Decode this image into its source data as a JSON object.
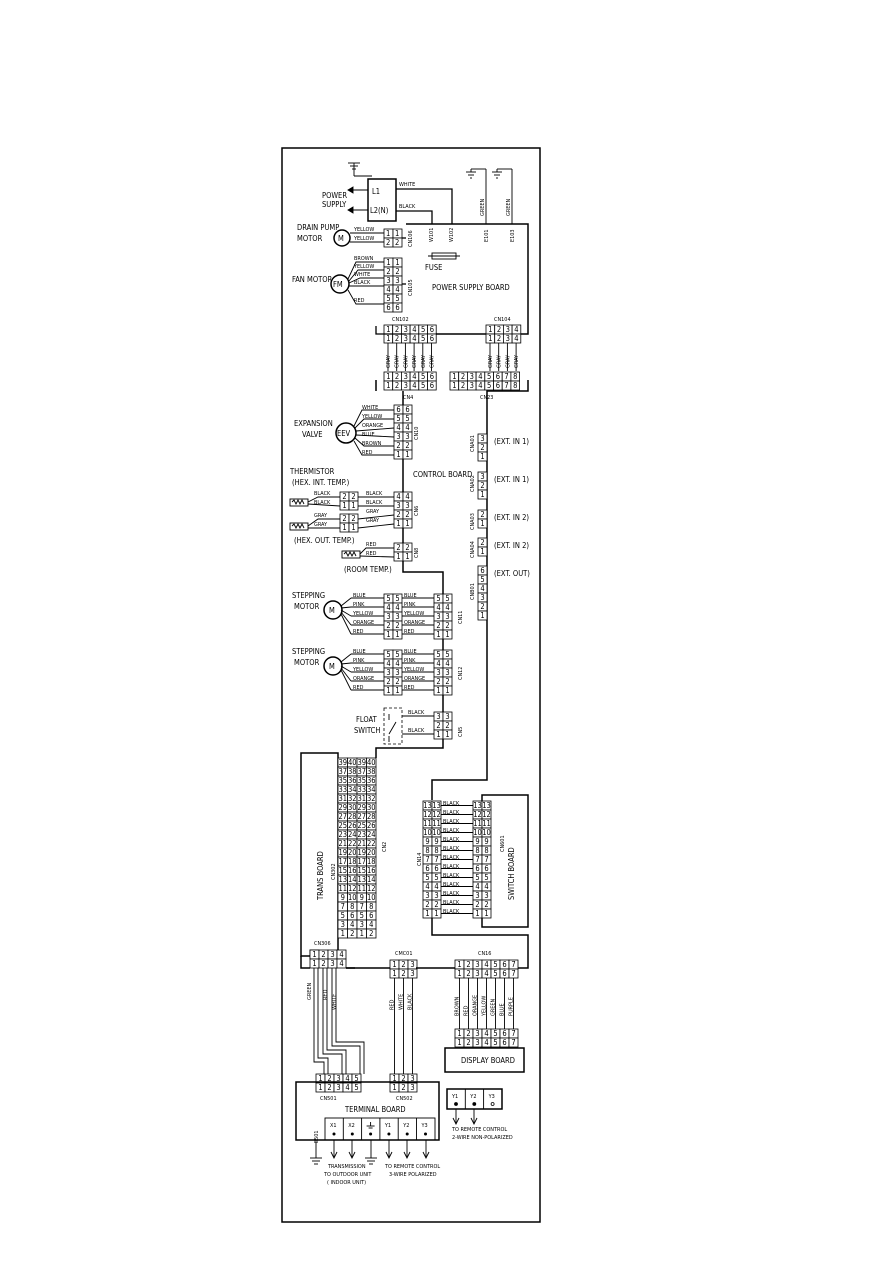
{
  "power": {
    "supply_label_1": "POWER",
    "supply_label_2": "SUPPLY",
    "l1": "L1",
    "l2n": "L2(N)",
    "white": "WHITE",
    "black": "BLACK",
    "fuse": "FUSE",
    "board": "POWER SUPPLY BOARD",
    "terminals": [
      "W101",
      "W102",
      "E101",
      "E103"
    ],
    "green": "GREEN"
  },
  "drain_pump": {
    "title_1": "DRAIN PUMP",
    "title_2": "MOTOR",
    "symbol": "M",
    "connector": "CN106",
    "wires": [
      "YELLOW",
      "YELLOW"
    ],
    "pins": [
      "1",
      "2"
    ]
  },
  "fan_motor": {
    "title": "FAN MOTOR",
    "symbol": "FM",
    "connector": "CN105",
    "wires": [
      "BROWN",
      "YELLOW",
      "WHITE",
      "BLACK",
      "",
      "RED"
    ],
    "pins": [
      "1",
      "2",
      "3",
      "4",
      "5",
      "6"
    ]
  },
  "cn102": {
    "name": "CN102",
    "pins": [
      "1",
      "2",
      "3",
      "4",
      "5",
      "6"
    ]
  },
  "cn104": {
    "name": "CN104",
    "pins": [
      "1",
      "2",
      "3",
      "4"
    ]
  },
  "gray_wires": [
    "GRAY",
    "GRAY",
    "GRAY",
    "GRAY",
    "GRAY",
    "GRAY"
  ],
  "cn4": {
    "name": "CN4",
    "pins": [
      "1",
      "2",
      "3",
      "4",
      "5",
      "6"
    ]
  },
  "cn23": {
    "name": "CN23",
    "pins": [
      "1",
      "2",
      "3",
      "4",
      "5",
      "6",
      "7",
      "8"
    ]
  },
  "eev": {
    "title_1": "EXPANSION",
    "title_2": "VALVE",
    "symbol": "EEV",
    "connector": "CN10",
    "wires": [
      "WHITE",
      "YELLOW",
      "ORANGE",
      "BLUE",
      "BROWN",
      "RED"
    ],
    "pins": [
      "6",
      "5",
      "4",
      "3",
      "2",
      "1"
    ]
  },
  "control_board": "CONTROL BOARD",
  "thermistor": {
    "title_1": "THERMISTOR",
    "title_2": "(HEX. INT. TEMP.)",
    "title_3": "(HEX. OUT. TEMP.)",
    "room": "(ROOM TEMP.)",
    "connector": "CN6",
    "connector_room": "CN8",
    "black": "BLACK",
    "gray": "GRAY",
    "red": "RED"
  },
  "cna": [
    {
      "name": "CNA01",
      "label": "(EXT. IN 1)"
    },
    {
      "name": "CNA02",
      "label": "(EXT. IN 1)"
    },
    {
      "name": "CNA03",
      "label": "(EXT. IN 2)"
    },
    {
      "name": "CNA04",
      "label": "(EXT. IN 2)"
    },
    {
      "name": "CNB01",
      "label": "(EXT. OUT)"
    }
  ],
  "stepping_motor": {
    "title_1": "STEPPING",
    "title_2": "MOTOR",
    "symbol": "M",
    "left_wires": [
      "BLUE",
      "PINK",
      "YELLOW",
      "ORANGE",
      "RED"
    ],
    "right_wires": [
      "BLUE",
      "PINK",
      "YELLOW",
      "ORANGE",
      "RED"
    ],
    "pins": [
      "5",
      "4",
      "3",
      "2",
      "1"
    ],
    "cn_a": "CN11",
    "cn_b": "CN12"
  },
  "float_switch": {
    "title_1": "FLOAT",
    "title_2": "SWITCH",
    "connector": "CN5",
    "wire": "BLACK",
    "pins": [
      "3",
      "2",
      "1"
    ]
  },
  "trans_board": {
    "title": "TRANS BOARD",
    "cn302": "CN302",
    "cn2": "CN2",
    "pairs": [
      "39",
      "40",
      "37",
      "38",
      "35",
      "36",
      "33",
      "34",
      "31",
      "32",
      "29",
      "30",
      "27",
      "28",
      "25",
      "26",
      "23",
      "24",
      "21",
      "22",
      "19",
      "20",
      "17",
      "18",
      "15",
      "16",
      "13",
      "14",
      "11",
      "12",
      "9",
      "10",
      "7",
      "8",
      "5",
      "6",
      "3",
      "4",
      "1",
      "2"
    ]
  },
  "switch_board": {
    "title": "SWITCH BOARD",
    "cn14": "CN14",
    "cn601": "CN601",
    "wire": "BLACK",
    "pins": [
      "13",
      "12",
      "11",
      "10",
      "9",
      "8",
      "7",
      "6",
      "5",
      "4",
      "3",
      "2",
      "1"
    ]
  },
  "cn306": {
    "name": "CN306",
    "pins": [
      "1",
      "2",
      "3",
      "4"
    ]
  },
  "cmc01": {
    "name": "CMC01",
    "pins": [
      "1",
      "2",
      "3"
    ]
  },
  "cn16": {
    "name": "CN16",
    "pins": [
      "1",
      "2",
      "3",
      "4",
      "5",
      "6",
      "7"
    ]
  },
  "lower_wires": {
    "cn306": [
      "GREEN",
      "RED",
      "WHITE"
    ],
    "cmc01": [
      "RED",
      "WHITE",
      "BLACK"
    ],
    "cn16": [
      "BROWN",
      "RED",
      "ORANGE",
      "YELLOW",
      "GREEN",
      "BLUE",
      "PURPLE"
    ]
  },
  "display_board": "DISPLAY BOARD",
  "terminal_board": {
    "title": "TERMINAL BOARD",
    "cn501": "CN501",
    "cn502": "CN502",
    "cn501_pins": [
      "1",
      "2",
      "3",
      "4",
      "5"
    ],
    "cn502_pins": [
      "1",
      "2",
      "3"
    ],
    "e501": "E501",
    "terms": [
      "X1",
      "X2",
      "",
      "Y1",
      "Y2",
      "Y3"
    ],
    "note_1a": "TRANSMISSION",
    "note_1b": "TO OUTDOOR UNIT",
    "note_1c": "( INDOOR UNIT)",
    "note_2a": "TO REMOTE CONTROL",
    "note_2b": "3-WIRE POLARIZED"
  },
  "remote": {
    "terms": [
      "Y1",
      "Y2",
      "Y3"
    ],
    "note_a": "TO REMOTE CONTROL",
    "note_b": "2-WIRE NON-POLARIZED"
  }
}
